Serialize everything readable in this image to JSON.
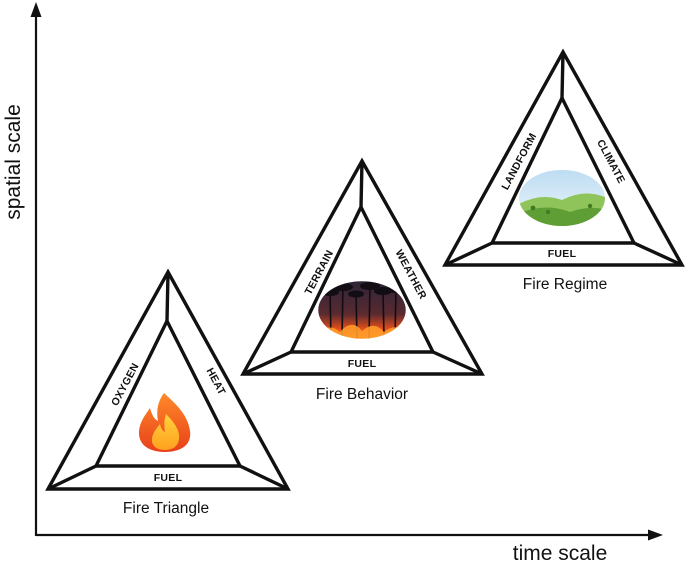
{
  "axes": {
    "x_label": "time scale",
    "y_label": "spatial scale"
  },
  "triangles": [
    {
      "caption": "Fire Triangle",
      "left_side": "OXYGEN",
      "right_side": "HEAT",
      "bottom_side": "FUEL",
      "image": "flame-icon"
    },
    {
      "caption": "Fire Behavior",
      "left_side": "TERRAIN",
      "right_side": "WEATHER",
      "bottom_side": "FUEL",
      "image": "forest-fire-at-night"
    },
    {
      "caption": "Fire Regime",
      "left_side": "LANDFORM",
      "right_side": "CLIMATE",
      "bottom_side": "FUEL",
      "image": "green-hills-landscape"
    }
  ],
  "colors": {
    "stroke": "#111111",
    "flame_outer": "#f26a1b",
    "flame_inner": "#fcd23a",
    "fire_glow": "#e8501a",
    "sky": "#cfe6f5",
    "grass": "#6fae3e"
  }
}
